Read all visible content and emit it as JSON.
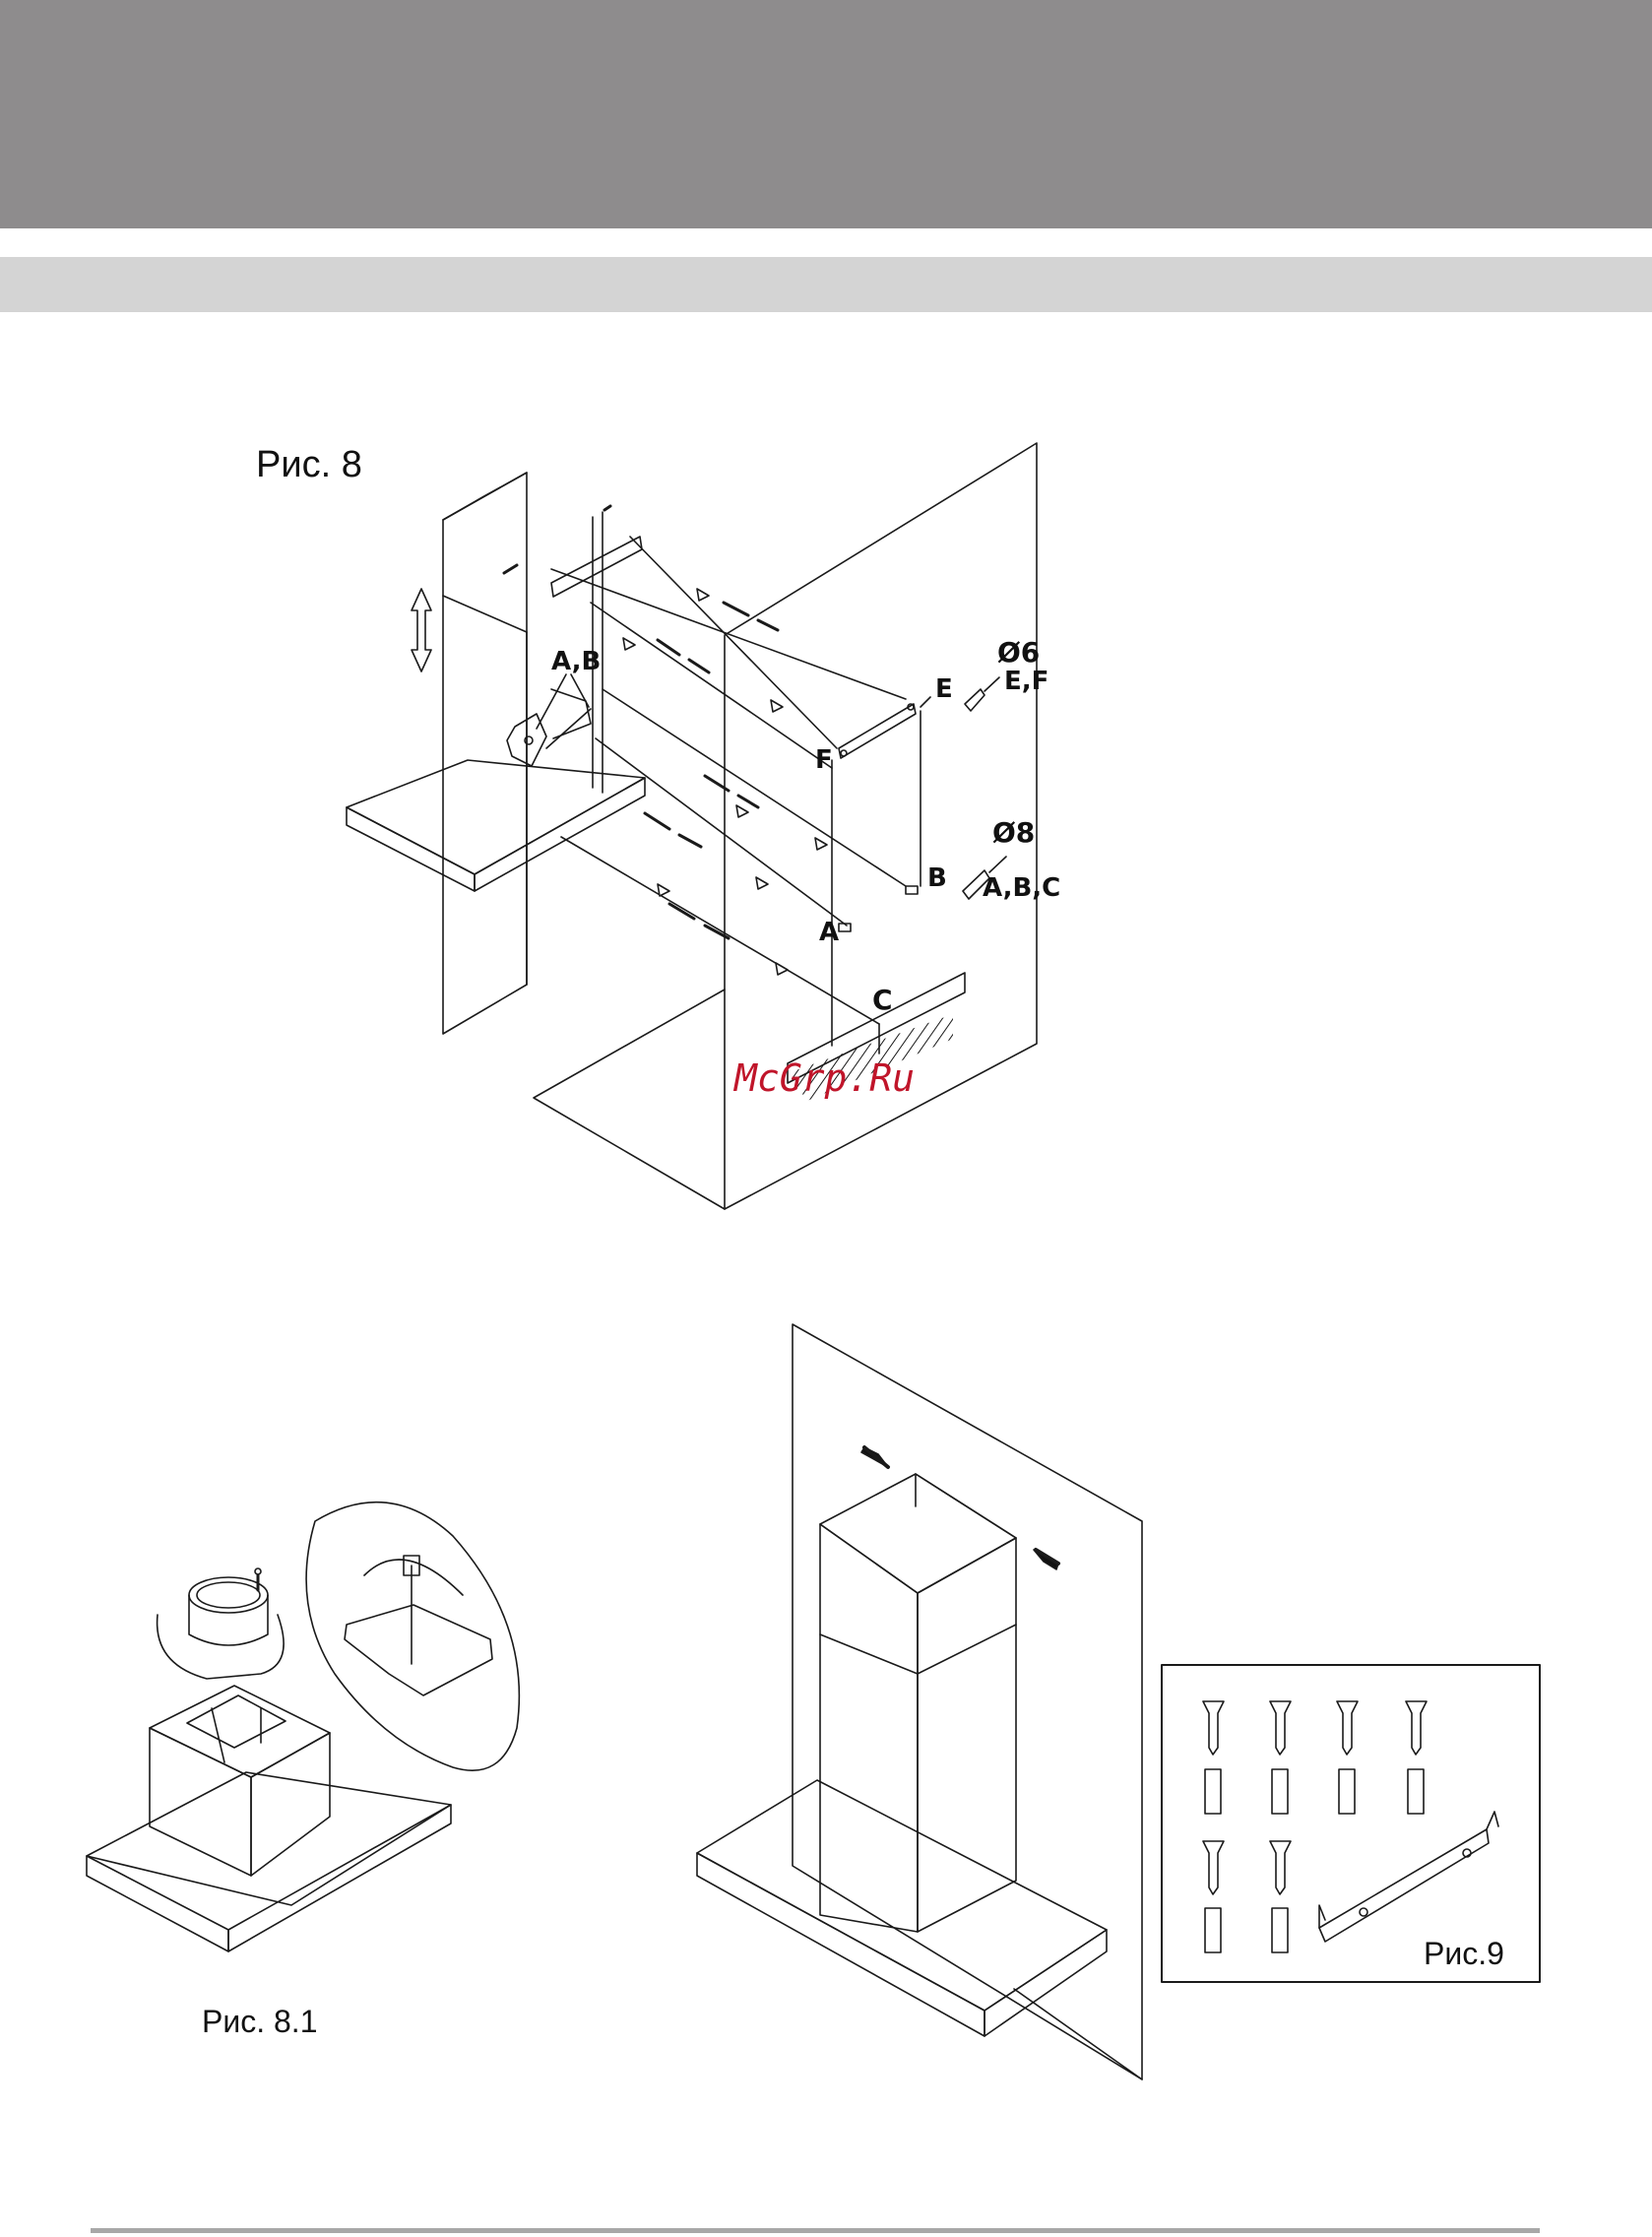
{
  "figures": {
    "fig8": {
      "caption": "Рис. 8",
      "labels": {
        "ab_top": "A,B",
        "e": "E",
        "f": "F",
        "a": "A",
        "b": "B",
        "c": "C"
      },
      "dia6": "Ø6",
      "dia6_parts": "E,F",
      "dia8": "Ø8",
      "dia8_parts": "A,B,C"
    },
    "fig8_1": {
      "caption": "Рис. 8.1"
    },
    "fig9": {
      "caption": "Рис.9"
    }
  },
  "watermark": "McGrp.Ru"
}
